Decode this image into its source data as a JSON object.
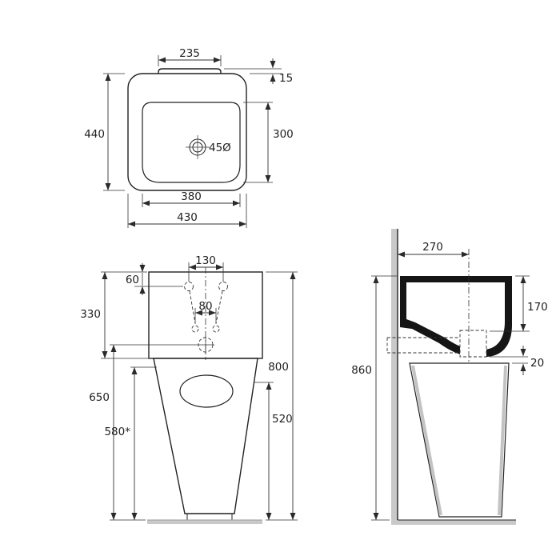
{
  "views": {
    "top": {
      "dims": {
        "d235": "235",
        "d15": "15",
        "d440": "440",
        "d300": "300",
        "d45": "45Ø",
        "d380": "380",
        "d430": "430"
      }
    },
    "front": {
      "dims": {
        "d130": "130",
        "d60": "60",
        "d80": "80",
        "d330": "330",
        "d650": "650",
        "d580": "580*",
        "d800": "800",
        "d520": "520"
      }
    },
    "side": {
      "dims": {
        "d270": "270",
        "d860": "860",
        "d170": "170",
        "d20": "20"
      }
    }
  }
}
